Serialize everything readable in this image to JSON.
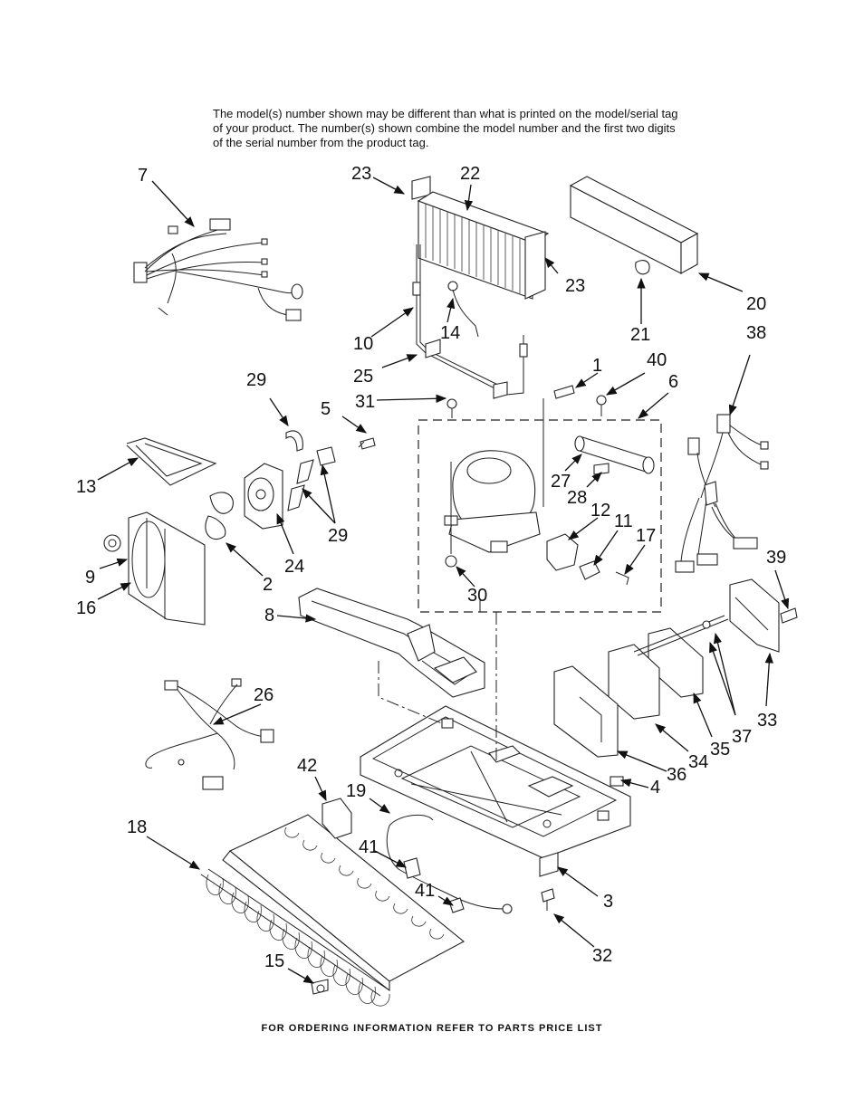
{
  "note": "The model(s) number shown may be different than what is printed on the model/serial tag of your product. The number(s) shown combine the model number and the first two digits of the serial number from the product tag.",
  "footer": "FOR ORDERING INFORMATION REFER TO PARTS PRICE LIST",
  "callouts": {
    "c1": "1",
    "c2": "2",
    "c3": "3",
    "c4": "4",
    "c5": "5",
    "c6": "6",
    "c7": "7",
    "c8": "8",
    "c9": "9",
    "c10": "10",
    "c11": "11",
    "c12": "12",
    "c13": "13",
    "c14": "14",
    "c15": "15",
    "c16": "16",
    "c17": "17",
    "c18": "18",
    "c19": "19",
    "c20": "20",
    "c21": "21",
    "c22": "22",
    "c23a": "23",
    "c23b": "23",
    "c24": "24",
    "c25": "25",
    "c26": "26",
    "c27": "27",
    "c28": "28",
    "c29a": "29",
    "c29b": "29",
    "c30": "30",
    "c31": "31",
    "c32": "32",
    "c33": "33",
    "c34": "34",
    "c35": "35",
    "c36": "36",
    "c37": "37",
    "c38": "38",
    "c39": "39",
    "c40": "40",
    "c41a": "41",
    "c41b": "41",
    "c42": "42"
  }
}
